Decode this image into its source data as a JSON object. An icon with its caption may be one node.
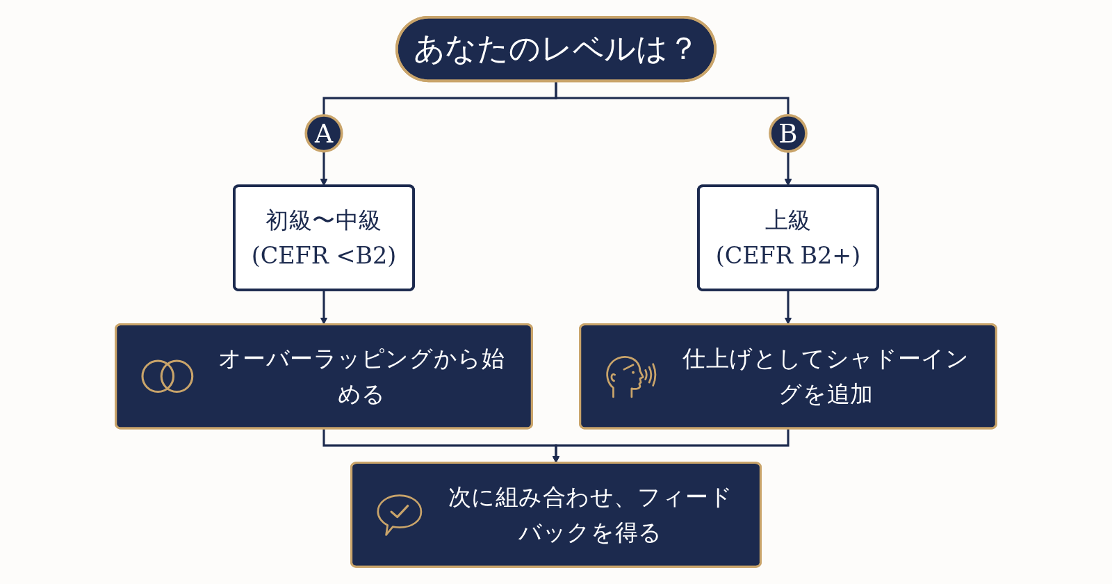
{
  "diagram": {
    "nodes": [
      {
        "text": [
          "あなたのレベルは？"
        ]
      },
      {
        "text": [
          "A"
        ]
      },
      {
        "text": [
          "B"
        ]
      },
      {
        "text": [
          "初級〜中級",
          "(CEFR <B2)"
        ]
      },
      {
        "text": [
          "上級",
          "(CEFR B2+)"
        ]
      },
      {
        "text": [
          "オーバーラッピングから始める"
        ]
      },
      {
        "text": [
          "仕上げとしてシャドーイングを追加"
        ]
      },
      {
        "text": [
          "次に組み合わせ、フィードバックを得る"
        ]
      }
    ],
    "edges": [
      {
        "from": 0,
        "to": 1,
        "arrow": "none"
      },
      {
        "from": 0,
        "to": 2,
        "arrow": "none"
      },
      {
        "from": 1,
        "to": 3,
        "arrow": "to"
      },
      {
        "from": 2,
        "to": 4,
        "arrow": "to"
      },
      {
        "from": 3,
        "to": 5,
        "arrow": "to"
      },
      {
        "from": 4,
        "to": 6,
        "arrow": "to"
      },
      {
        "from": 5,
        "to": 7,
        "arrow": "to"
      },
      {
        "from": 6,
        "to": 7,
        "arrow": "to"
      }
    ]
  }
}
